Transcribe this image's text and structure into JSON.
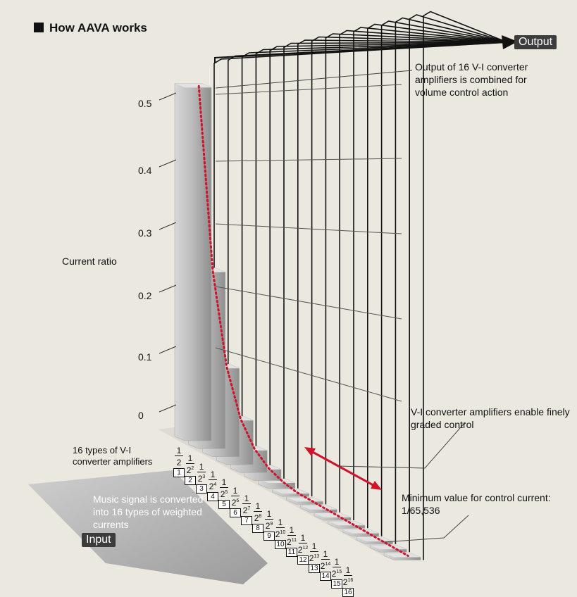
{
  "title": "How AAVA works",
  "output_label": "Output",
  "input_label": "Input",
  "axis_label": "Current ratio",
  "y_ticks": [
    "0.5",
    "0.4",
    "0.3",
    "0.2",
    "0.1",
    "0"
  ],
  "annotations": {
    "output_note": "Output of 16 V-I converter amplifiers is combined for volume control action",
    "graded_note": "V-I converter amplifiers enable finely graded control",
    "min_note": "Minimum value for control current: 1/65,536",
    "types_note": "16 types of V-I converter amplifiers",
    "music_note": "Music signal is converted into 16 types of weighted currents"
  },
  "fractions": [
    {
      "num": "1",
      "den": "2",
      "exp": "",
      "idx": "1"
    },
    {
      "num": "1",
      "den": "2",
      "exp": "2",
      "idx": "2"
    },
    {
      "num": "1",
      "den": "2",
      "exp": "3",
      "idx": "3"
    },
    {
      "num": "1",
      "den": "2",
      "exp": "4",
      "idx": "4"
    },
    {
      "num": "1",
      "den": "2",
      "exp": "5",
      "idx": "5"
    },
    {
      "num": "1",
      "den": "2",
      "exp": "6",
      "idx": "6"
    },
    {
      "num": "1",
      "den": "2",
      "exp": "7",
      "idx": "7"
    },
    {
      "num": "1",
      "den": "2",
      "exp": "8",
      "idx": "8"
    },
    {
      "num": "1",
      "den": "2",
      "exp": "9",
      "idx": "9"
    },
    {
      "num": "1",
      "den": "2",
      "exp": "10",
      "idx": "10"
    },
    {
      "num": "1",
      "den": "2",
      "exp": "11",
      "idx": "11"
    },
    {
      "num": "1",
      "den": "2",
      "exp": "12",
      "idx": "12"
    },
    {
      "num": "1",
      "den": "2",
      "exp": "13",
      "idx": "13"
    },
    {
      "num": "1",
      "den": "2",
      "exp": "14",
      "idx": "14"
    },
    {
      "num": "1",
      "den": "2",
      "exp": "15",
      "idx": "15"
    },
    {
      "num": "1",
      "den": "2",
      "exp": "16",
      "idx": "16"
    }
  ],
  "colors": {
    "background": "#ebe8df",
    "curve": "#d0122a",
    "label_bg": "#3c3c3c"
  }
}
